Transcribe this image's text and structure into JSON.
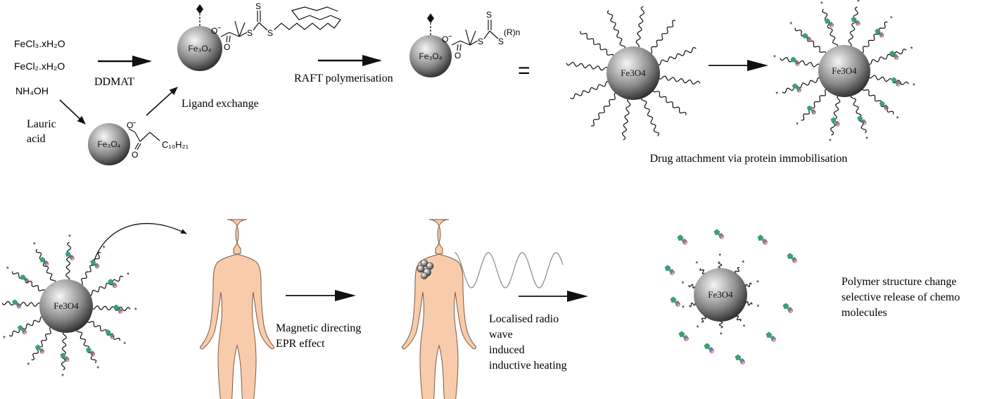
{
  "colors": {
    "skin": "#f8ccab",
    "skin_outline": "#7a5a45",
    "bead_dark": "#1a1a1a",
    "bead_light": "#f4f4f4",
    "ink": "#111111",
    "drug_green": "#3aa26a",
    "drug_red": "#d04848"
  },
  "reagents": {
    "fecl3": "FeCl₃.xH₂O",
    "fecl2": "FeCl₂.xH₂O",
    "nh4oh": "NH₄OH",
    "lauric_line1": "Lauric",
    "lauric_line2": "acid",
    "ddmat": "DDMAT"
  },
  "labels": {
    "ligand_exchange": "Ligand exchange",
    "raft": "RAFT polymerisation",
    "equals": "=",
    "drug_attachment": "Drug attachment via protein immobilisation",
    "magnetic_line1": "Magnetic directing",
    "magnetic_line2": "EPR effect",
    "radio_line1": "Localised radio",
    "radio_line2": "wave",
    "radio_line3": "induced",
    "radio_line4": "inductive heating",
    "release_line1": "Polymer structure change",
    "release_line2": "selective release of chemo",
    "release_line3": "molecules"
  },
  "chem": {
    "fe3o4_sub": "Fe₃O₄",
    "fe3o4_plain": "Fe3O4",
    "o_minus": "O",
    "minus": "−",
    "o": "O",
    "s": "S",
    "c10h21": "C₁₀H₂₁",
    "r_n": "(R)n"
  },
  "icons": [
    "arrow-icon",
    "nanoparticle-icon",
    "human-body-icon",
    "radio-wave-icon",
    "drug-molecule-icon"
  ]
}
